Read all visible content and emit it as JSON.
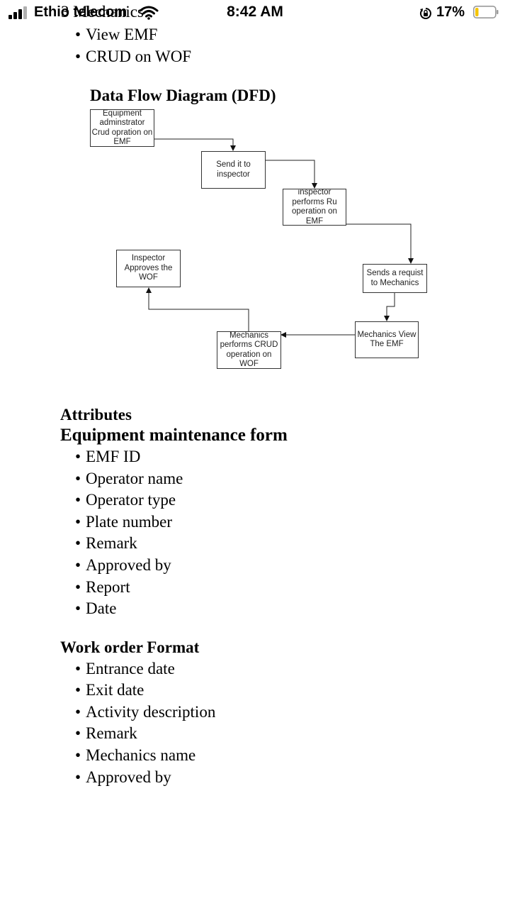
{
  "status_bar": {
    "carrier": "Ethio telecom",
    "time": "8:42 AM",
    "battery_percent": "17%",
    "battery_level": 0.17,
    "battery_color": "#f5c400"
  },
  "doc": {
    "partial_line": "3 Mechanics",
    "intro_bullets": [
      "View EMF",
      "CRUD on WOF"
    ],
    "dfd_title": "Data Flow Diagram (DFD)",
    "dfd_nodes": {
      "equipment_admin": "Equipment adminstrator Crud opration on EMF",
      "send_inspector": "Send it to inspector",
      "inspector_ru": "inspector performs Ru operation on EMF",
      "sends_request": "Sends a requist to Mechanics",
      "mechanics_view": "Mechanics View The EMF",
      "mechanics_crud": "Mechanics performs CRUD operation on WOF",
      "inspector_approves": "Inspector Approves the WOF"
    },
    "attributes_heading": "Attributes",
    "emf_heading": "Equipment maintenance form",
    "emf_items": [
      "EMF ID",
      "Operator name",
      "Operator type",
      "Plate number",
      "Remark",
      "Approved by",
      "Report",
      "Date"
    ],
    "wof_heading": "Work order Format",
    "wof_items": [
      "Entrance date",
      "Exit date",
      "Activity description",
      "Remark",
      "Mechanics name",
      "Approved by"
    ],
    "bullet_char": "•"
  }
}
